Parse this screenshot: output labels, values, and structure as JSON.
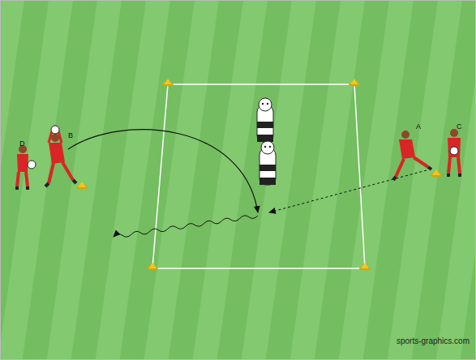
{
  "diagram": {
    "labels": [
      "D",
      "B",
      "A",
      "C",
      "sports-graphics.com"
    ]
  }
}
